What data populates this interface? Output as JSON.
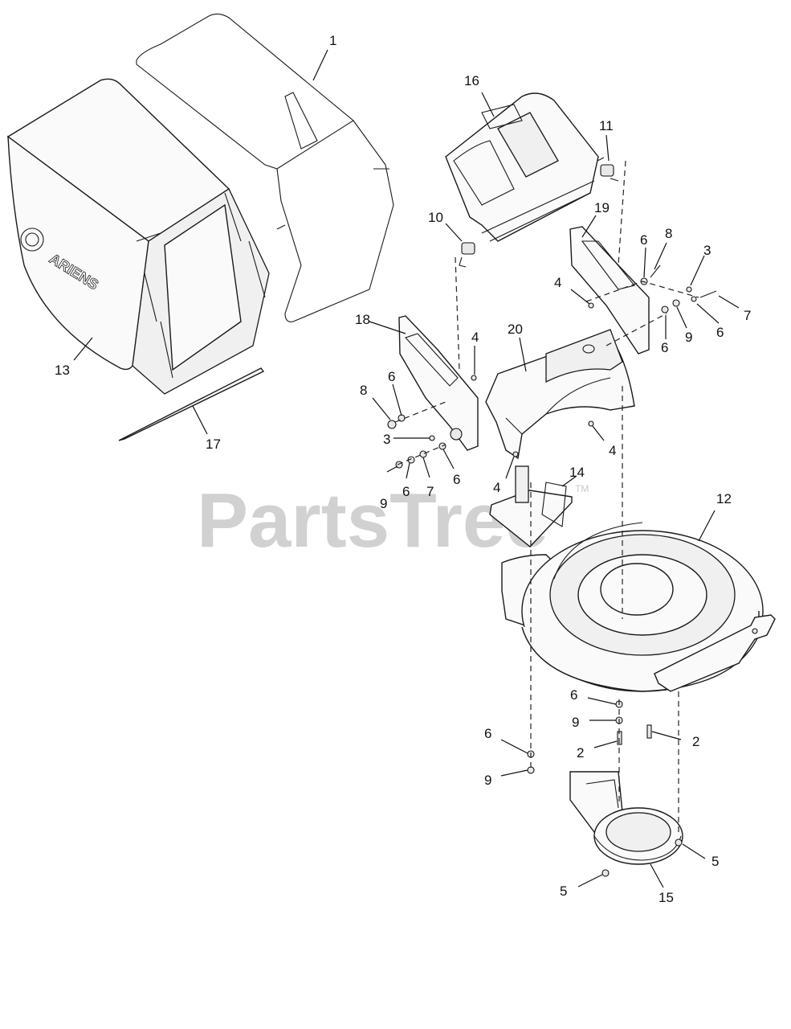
{
  "watermark": {
    "text": "PartsTree",
    "tm": "TM"
  },
  "brand_on_bag": "ARIENS",
  "callouts": {
    "c1": "1",
    "c16": "16",
    "c11": "11",
    "c10": "10",
    "c19": "19",
    "c8a": "8",
    "c6a": "6",
    "c3a": "3",
    "c4a": "4",
    "c7a": "7",
    "c6b": "6",
    "c9a": "9",
    "c6c": "6",
    "c18": "18",
    "c20": "20",
    "c4b": "4",
    "c6d": "6",
    "c8b": "8",
    "c3b": "3",
    "c13": "13",
    "c17": "17",
    "c9b": "9",
    "c6e": "6",
    "c7b": "7",
    "c6f": "6",
    "c4c": "4",
    "c4d": "4",
    "c14": "14",
    "c12": "12",
    "c6g": "6",
    "c9c": "9",
    "c2a": "2",
    "c2b": "2",
    "c6h": "6",
    "c9d": "9",
    "c5a": "5",
    "c5b": "5",
    "c15": "15"
  }
}
